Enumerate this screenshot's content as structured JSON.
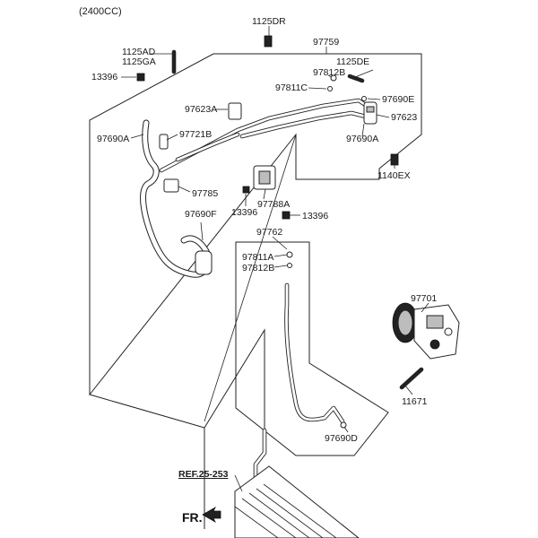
{
  "header": {
    "engine": "(2400CC)"
  },
  "reference": {
    "label": "REF.25-253"
  },
  "direction": {
    "label": "FR."
  },
  "callouts": {
    "c1125DR": "1125DR",
    "c97759": "97759",
    "c1125AD": "1125AD",
    "c1125GA": "1125GA",
    "c1125DE": "1125DE",
    "c13396a": "13396",
    "c97812Ba": "97812B",
    "c97811Ca": "97811C",
    "c97690E": "97690E",
    "c97623A": "97623A",
    "c97623": "97623",
    "c97690Aa": "97690A",
    "c97721B": "97721B",
    "c97690Ab": "97690A",
    "c1140EX": "1140EX",
    "c97785": "97785",
    "c13396b": "13396",
    "c97788A": "97788A",
    "c97690F": "97690F",
    "c13396c": "13396",
    "c97762": "97762",
    "c97811A": "97811A",
    "c97812Bb": "97812B",
    "c97701": "97701",
    "c11671": "11671",
    "c97690D": "97690D"
  },
  "colors": {
    "line": "#222222",
    "background": "#ffffff"
  }
}
